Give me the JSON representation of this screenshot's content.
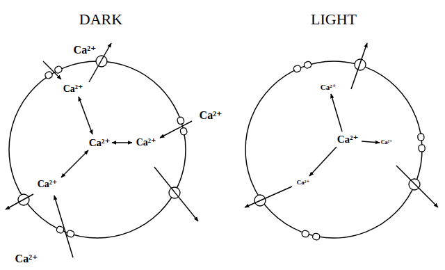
{
  "diagram": {
    "labels": [
      "DARK",
      "LIGHT",
      "Ca²⁺",
      "Ca²⁺",
      "Ca²⁺",
      "Ca²⁺",
      "Ca²⁺",
      "Ca²⁺",
      "Ca²⁺",
      "Ca²⁺",
      "Ca²⁺",
      "Ca²⁺",
      "Ca²⁺"
    ]
  }
}
